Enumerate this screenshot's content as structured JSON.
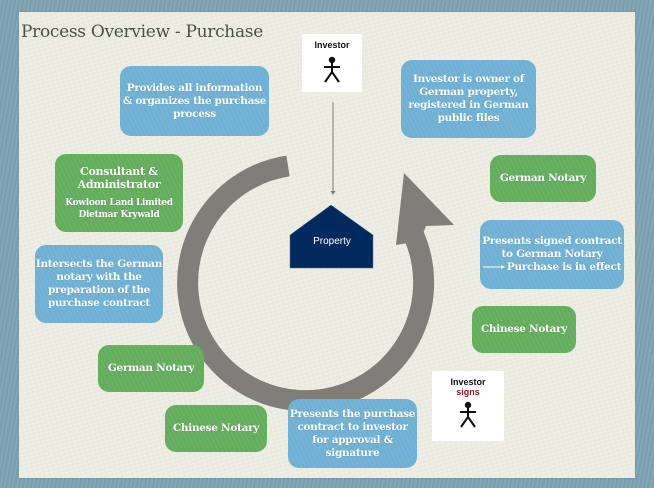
{
  "title": "Process Overview - Purchase",
  "colors": {
    "frame": "#7ea3b4",
    "canvas": "#ecebe1",
    "blue_box": "#6fb0d4",
    "green_box": "#63ad5c",
    "cycle_arrow": "#7f7e78",
    "property": "#032a5e",
    "signs_text": "#7a1a2a"
  },
  "center": {
    "label": "Property",
    "icon": "house-icon"
  },
  "investor_top": {
    "label": "Investor",
    "icon": "stick-figure-icon"
  },
  "investor_bottom": {
    "label": "Investor",
    "status": "signs",
    "icon": "stick-figure-icon"
  },
  "boxes": {
    "provides_info": {
      "lines": [
        "Provides all information",
        "& organizes the purchase",
        "process"
      ]
    },
    "consultant": {
      "title_lines": [
        "Consultant &",
        "Administrator"
      ],
      "sub_lines": [
        "Kowloon Land Limited",
        "Dietmar Krywald"
      ]
    },
    "intersects": {
      "lines": [
        "Intersects the German",
        "notary with the",
        "preparation of the",
        "purchase contract"
      ]
    },
    "german_notary_left": {
      "label": "German Notary"
    },
    "chinese_notary_left": {
      "label": "Chinese Notary"
    },
    "presents_contract": {
      "lines": [
        "Presents the purchase",
        "contract to investor",
        "for approval &",
        "signature"
      ]
    },
    "chinese_notary_right": {
      "label": "Chinese Notary"
    },
    "presents_signed": {
      "lines": [
        "Presents signed contract",
        "to German Notary",
        "Purchase is in effect"
      ]
    },
    "german_notary_right": {
      "label": "German Notary"
    },
    "owner": {
      "lines": [
        "Investor is owner of",
        "German property,",
        "registered in German",
        "public files"
      ]
    }
  }
}
